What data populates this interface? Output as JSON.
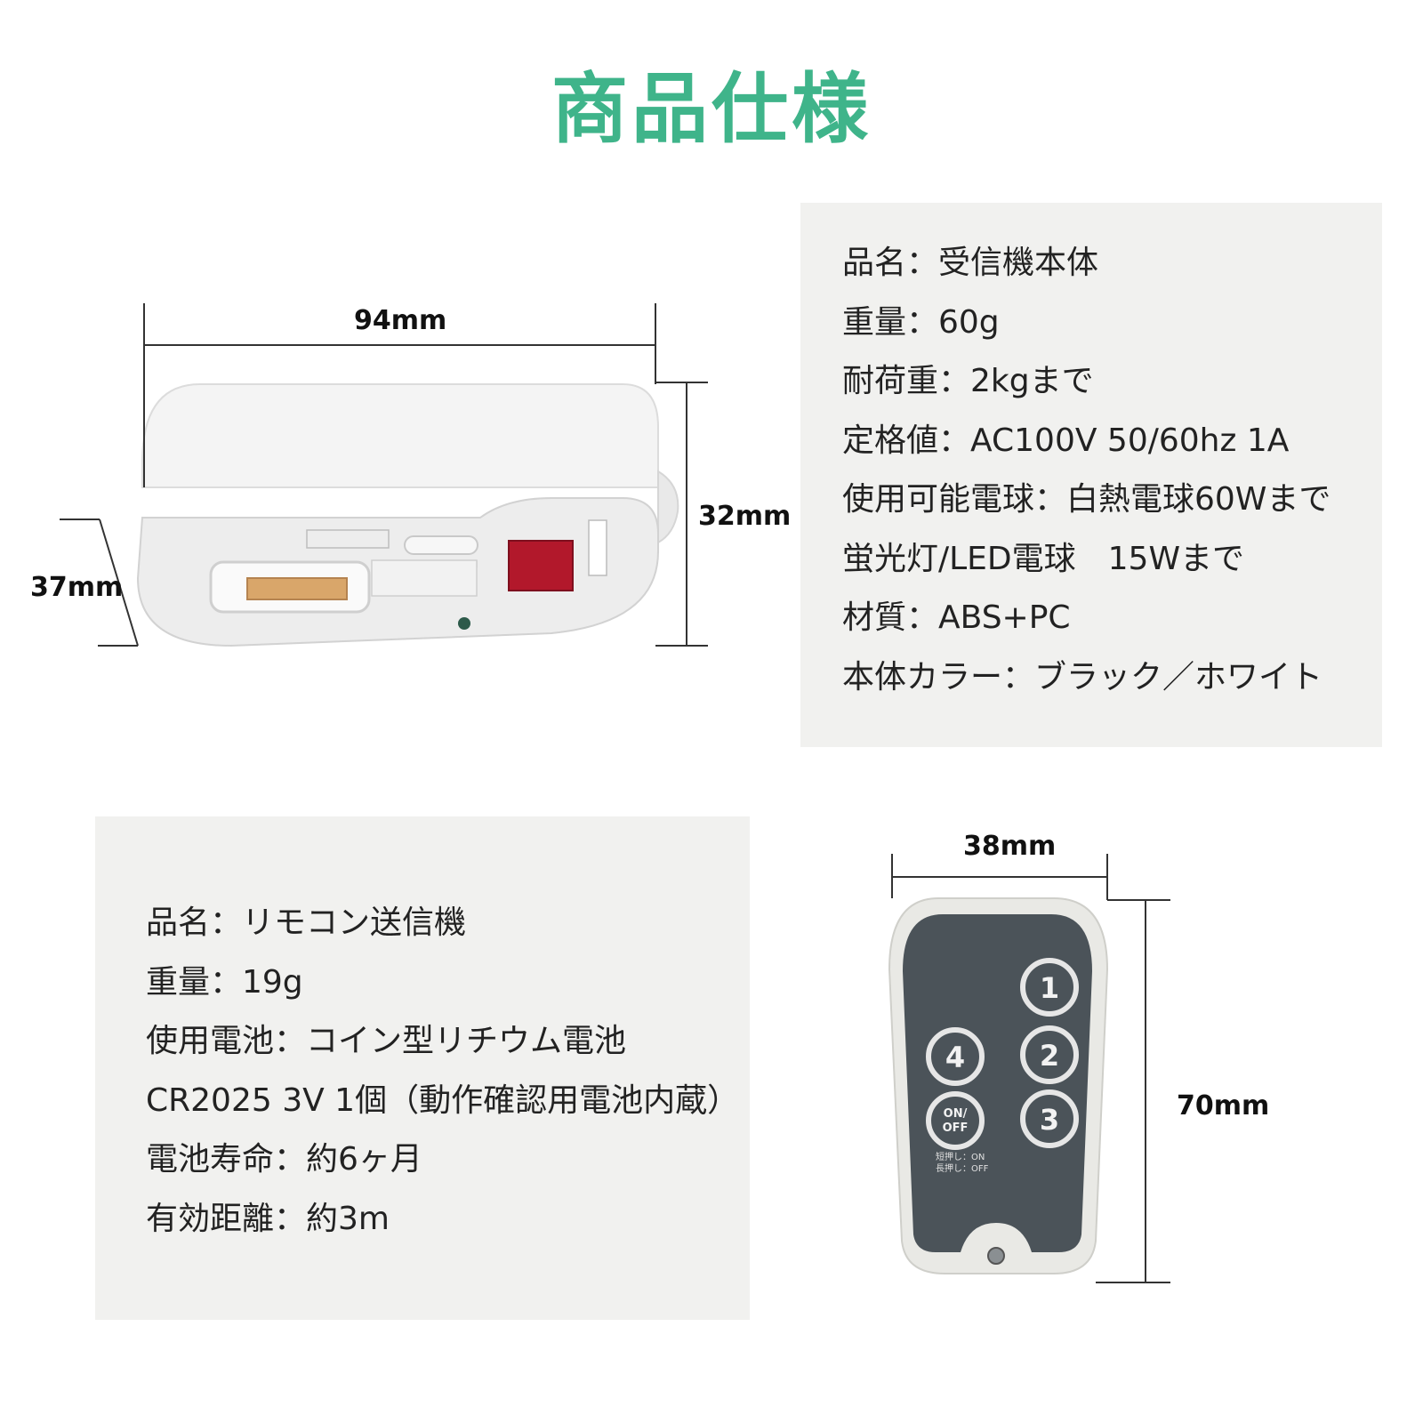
{
  "title": "商品仕様",
  "receiver": {
    "dimensions": {
      "width": "94mm",
      "height": "32mm",
      "depth": "37mm"
    },
    "specs": [
      "品名：受信機本体",
      "重量：60g",
      "耐荷重：2kgまで",
      "定格値：AC100V 50/60hz 1A",
      "使用可能電球：白熱電球60Wまで",
      "蛍光灯/LED電球　15Wまで",
      "材質：ABS+PC",
      "本体カラー：ブラック／ホワイト"
    ]
  },
  "remote": {
    "dimensions": {
      "width": "38mm",
      "height": "70mm"
    },
    "specs": [
      "品名：リモコン送信機",
      "重量：19g",
      "使用電池：コイン型リチウム電池",
      "CR2025 3V 1個（動作確認用電池内蔵）",
      "電池寿命：約6ヶ月",
      "有効距離：約3m"
    ],
    "buttons": {
      "b1": "1",
      "b2": "2",
      "b3": "3",
      "b4": "4",
      "onoff_1": "ON/",
      "onoff_2": "OFF"
    },
    "press_note_1": "短押し：ON",
    "press_note_2": "長押し：OFF"
  },
  "colors": {
    "title": "#3fb48a",
    "panel": "#f1f1ef",
    "remote_body": "#4b5359",
    "remote_frame": "#e9e9e5"
  }
}
